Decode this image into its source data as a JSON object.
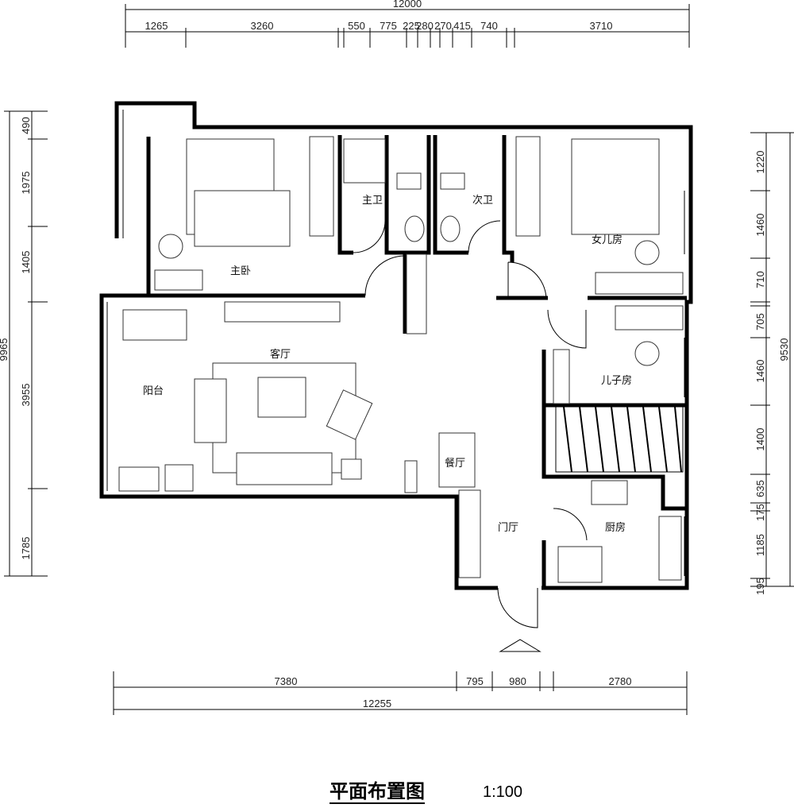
{
  "title": "平面布置图",
  "scale": "1:100",
  "rooms": {
    "master_bedroom": "主卧",
    "master_bath": "主卫",
    "second_bath": "次卫",
    "daughter_room": "女儿房",
    "living_room": "客厅",
    "balcony": "阳台",
    "son_room": "儿子房",
    "dining": "餐厅",
    "foyer": "门厅",
    "kitchen": "厨房"
  },
  "dimensions": {
    "top_total": "12000",
    "top": [
      "1265",
      "3260",
      "550",
      "775",
      "225",
      "280",
      "270",
      "415",
      "740",
      "3710"
    ],
    "left_total": "9965",
    "left": [
      "490",
      "1975",
      "1405",
      "3955",
      "1785"
    ],
    "right_total": "9530",
    "right": [
      "1220",
      "1460",
      "710",
      "705",
      "1460",
      "1400",
      "635",
      "175",
      "1185",
      "195"
    ],
    "bottom_total": "12255",
    "bottom": [
      "7380",
      "795",
      "980",
      "2780"
    ]
  }
}
